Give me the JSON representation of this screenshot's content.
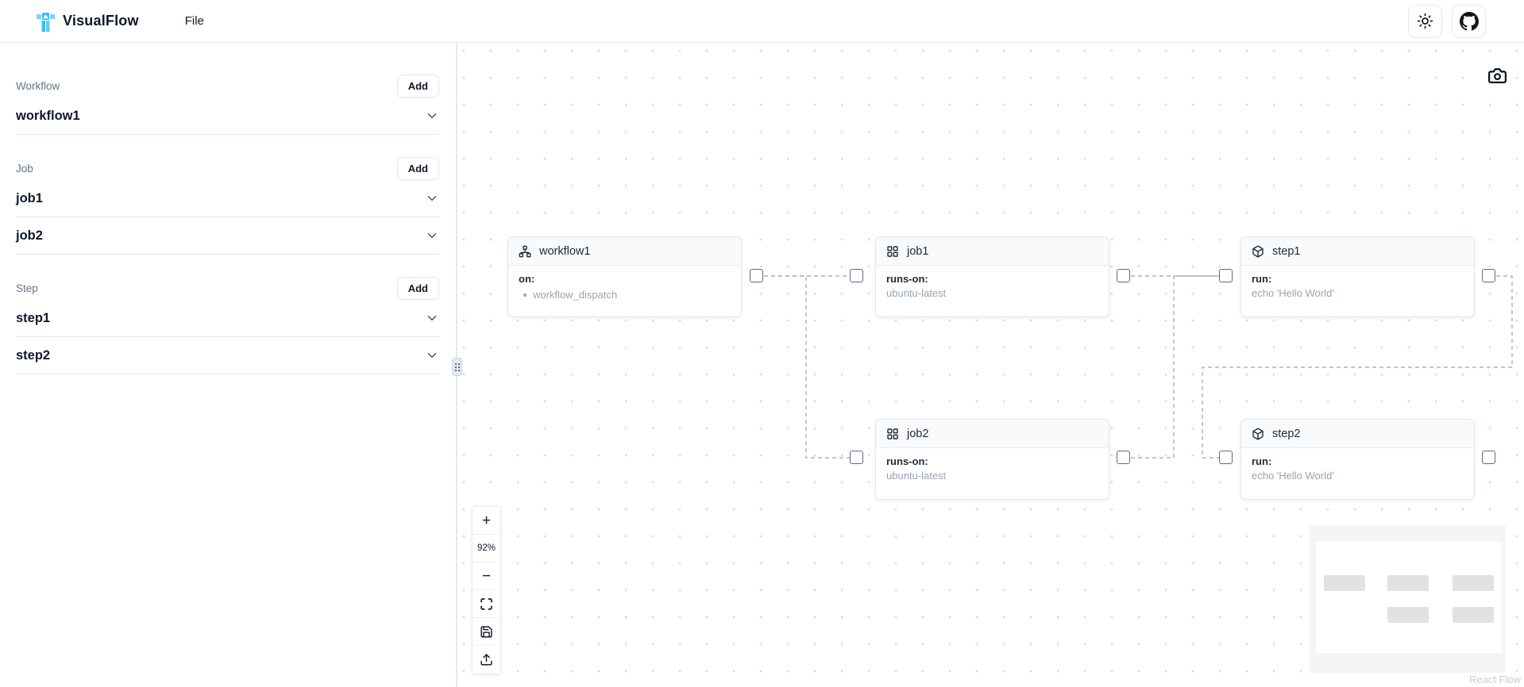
{
  "app": {
    "title": "VisualFlow",
    "menu": {
      "file": "File"
    }
  },
  "navbar": {
    "icons": {
      "logo": "visualflow-logo",
      "theme": "sun-icon",
      "github": "github-icon"
    }
  },
  "sidebar": {
    "add_label": "Add",
    "sections": [
      {
        "label": "Workflow",
        "items": [
          {
            "title": "workflow1"
          }
        ]
      },
      {
        "label": "Job",
        "items": [
          {
            "title": "job1"
          },
          {
            "title": "job2"
          }
        ]
      },
      {
        "label": "Step",
        "items": [
          {
            "title": "step1"
          },
          {
            "title": "step2"
          }
        ]
      }
    ]
  },
  "canvas": {
    "nodes": [
      {
        "id": "workflow1",
        "icon": "network-icon",
        "title": "workflow1",
        "field_label": "on:",
        "field_value": "workflow_dispatch",
        "bulleted": true
      },
      {
        "id": "job1",
        "icon": "grid-icon",
        "title": "job1",
        "field_label": "runs-on:",
        "field_value": "ubuntu-latest"
      },
      {
        "id": "step1",
        "icon": "cube-icon",
        "title": "step1",
        "field_label": "run:",
        "field_value": "echo 'Hello World'"
      },
      {
        "id": "job2",
        "icon": "grid-icon",
        "title": "job2",
        "field_label": "runs-on:",
        "field_value": "ubuntu-latest"
      },
      {
        "id": "step2",
        "icon": "cube-icon",
        "title": "step2",
        "field_label": "run:",
        "field_value": "echo 'Hello World'"
      }
    ],
    "edges": [
      {
        "from": "workflow1",
        "to": "job1"
      },
      {
        "from": "workflow1",
        "to": "job2"
      },
      {
        "from": "job1",
        "to": "step1"
      },
      {
        "from": "job2",
        "to": "step1"
      },
      {
        "from": "step1",
        "to": "step2"
      }
    ],
    "attribution": "React Flow"
  },
  "controls": {
    "zoom_in": "+",
    "zoom_out": "−",
    "zoom_level": "92%",
    "icons": [
      "zoom-in",
      "zoom-level",
      "zoom-out",
      "fit-view-icon",
      "save-icon",
      "upload-icon"
    ],
    "camera": "camera-icon"
  },
  "colors": {
    "accent_blue": "#38bdf8",
    "accent_blue_dark": "#0ea5e9",
    "border": "#e2e8f0",
    "text": "#0f172a",
    "muted": "#64748b",
    "value_gray": "#9aa3b2",
    "edge": "#b1b1b7",
    "node_header_bg": "#f8fafc"
  }
}
